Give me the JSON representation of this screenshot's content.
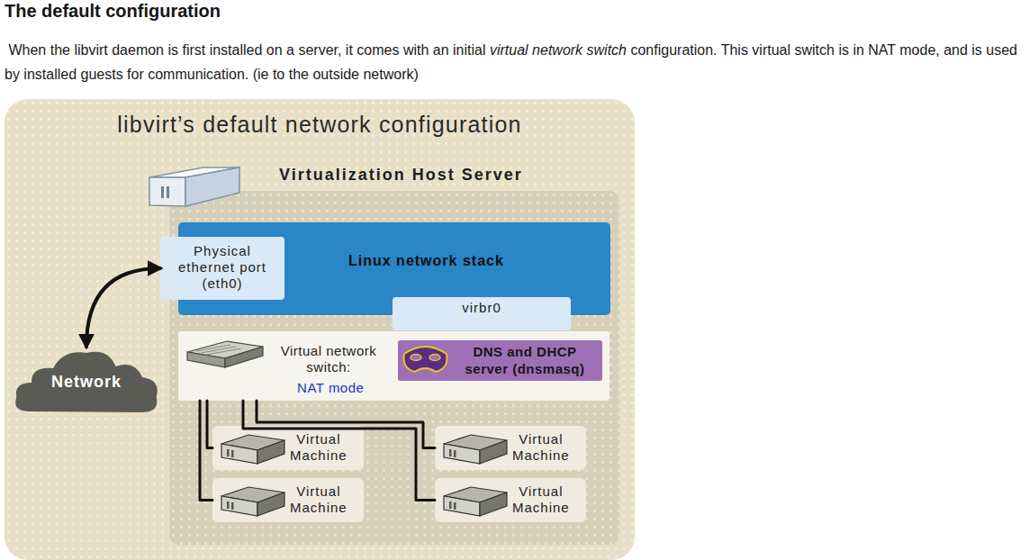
{
  "diagram": {
    "title": "The default configuration",
    "nodes": [
      {
        "text": [
          "libvirt’s default network configuration"
        ]
      },
      {
        "text": [
          "Virtualization Host Server"
        ],
        "in": 0
      },
      {
        "text": [
          "Linux network stack"
        ],
        "in": 1
      },
      {
        "text": [
          "Physical ethernet port (eth0)"
        ],
        "in": 1
      },
      {
        "text": [
          "virbr0"
        ],
        "in": 1
      },
      {
        "text": [
          "Virtual network switch:",
          "NAT mode"
        ],
        "in": 1
      },
      {
        "text": [
          "DNS and DHCP server (dnsmasq)"
        ],
        "in": 5
      },
      {
        "text": [
          "Virtual Machine"
        ],
        "in": 1
      },
      {
        "text": [
          "Virtual Machine"
        ],
        "in": 1
      },
      {
        "text": [
          "Virtual Machine"
        ],
        "in": 1
      },
      {
        "text": [
          "Virtual Machine"
        ],
        "in": 1
      },
      {
        "text": [
          "Network"
        ],
        "in": 0
      }
    ],
    "edges": [
      {
        "from": 11,
        "to": 3,
        "arrow": "both"
      },
      {
        "from": 5,
        "to": 7,
        "arrow": "none"
      },
      {
        "from": 5,
        "to": 8,
        "arrow": "none"
      },
      {
        "from": 5,
        "to": 9,
        "arrow": "none"
      },
      {
        "from": 5,
        "to": 10,
        "arrow": "none"
      }
    ],
    "labels": [
      "When the libvirt daemon is first installed on a server, it comes with an initial",
      "virtual network switch",
      "configuration. This virtual switch is in NAT mode, and is used by installed guests for communication. (ie to the outside network)"
    ]
  }
}
